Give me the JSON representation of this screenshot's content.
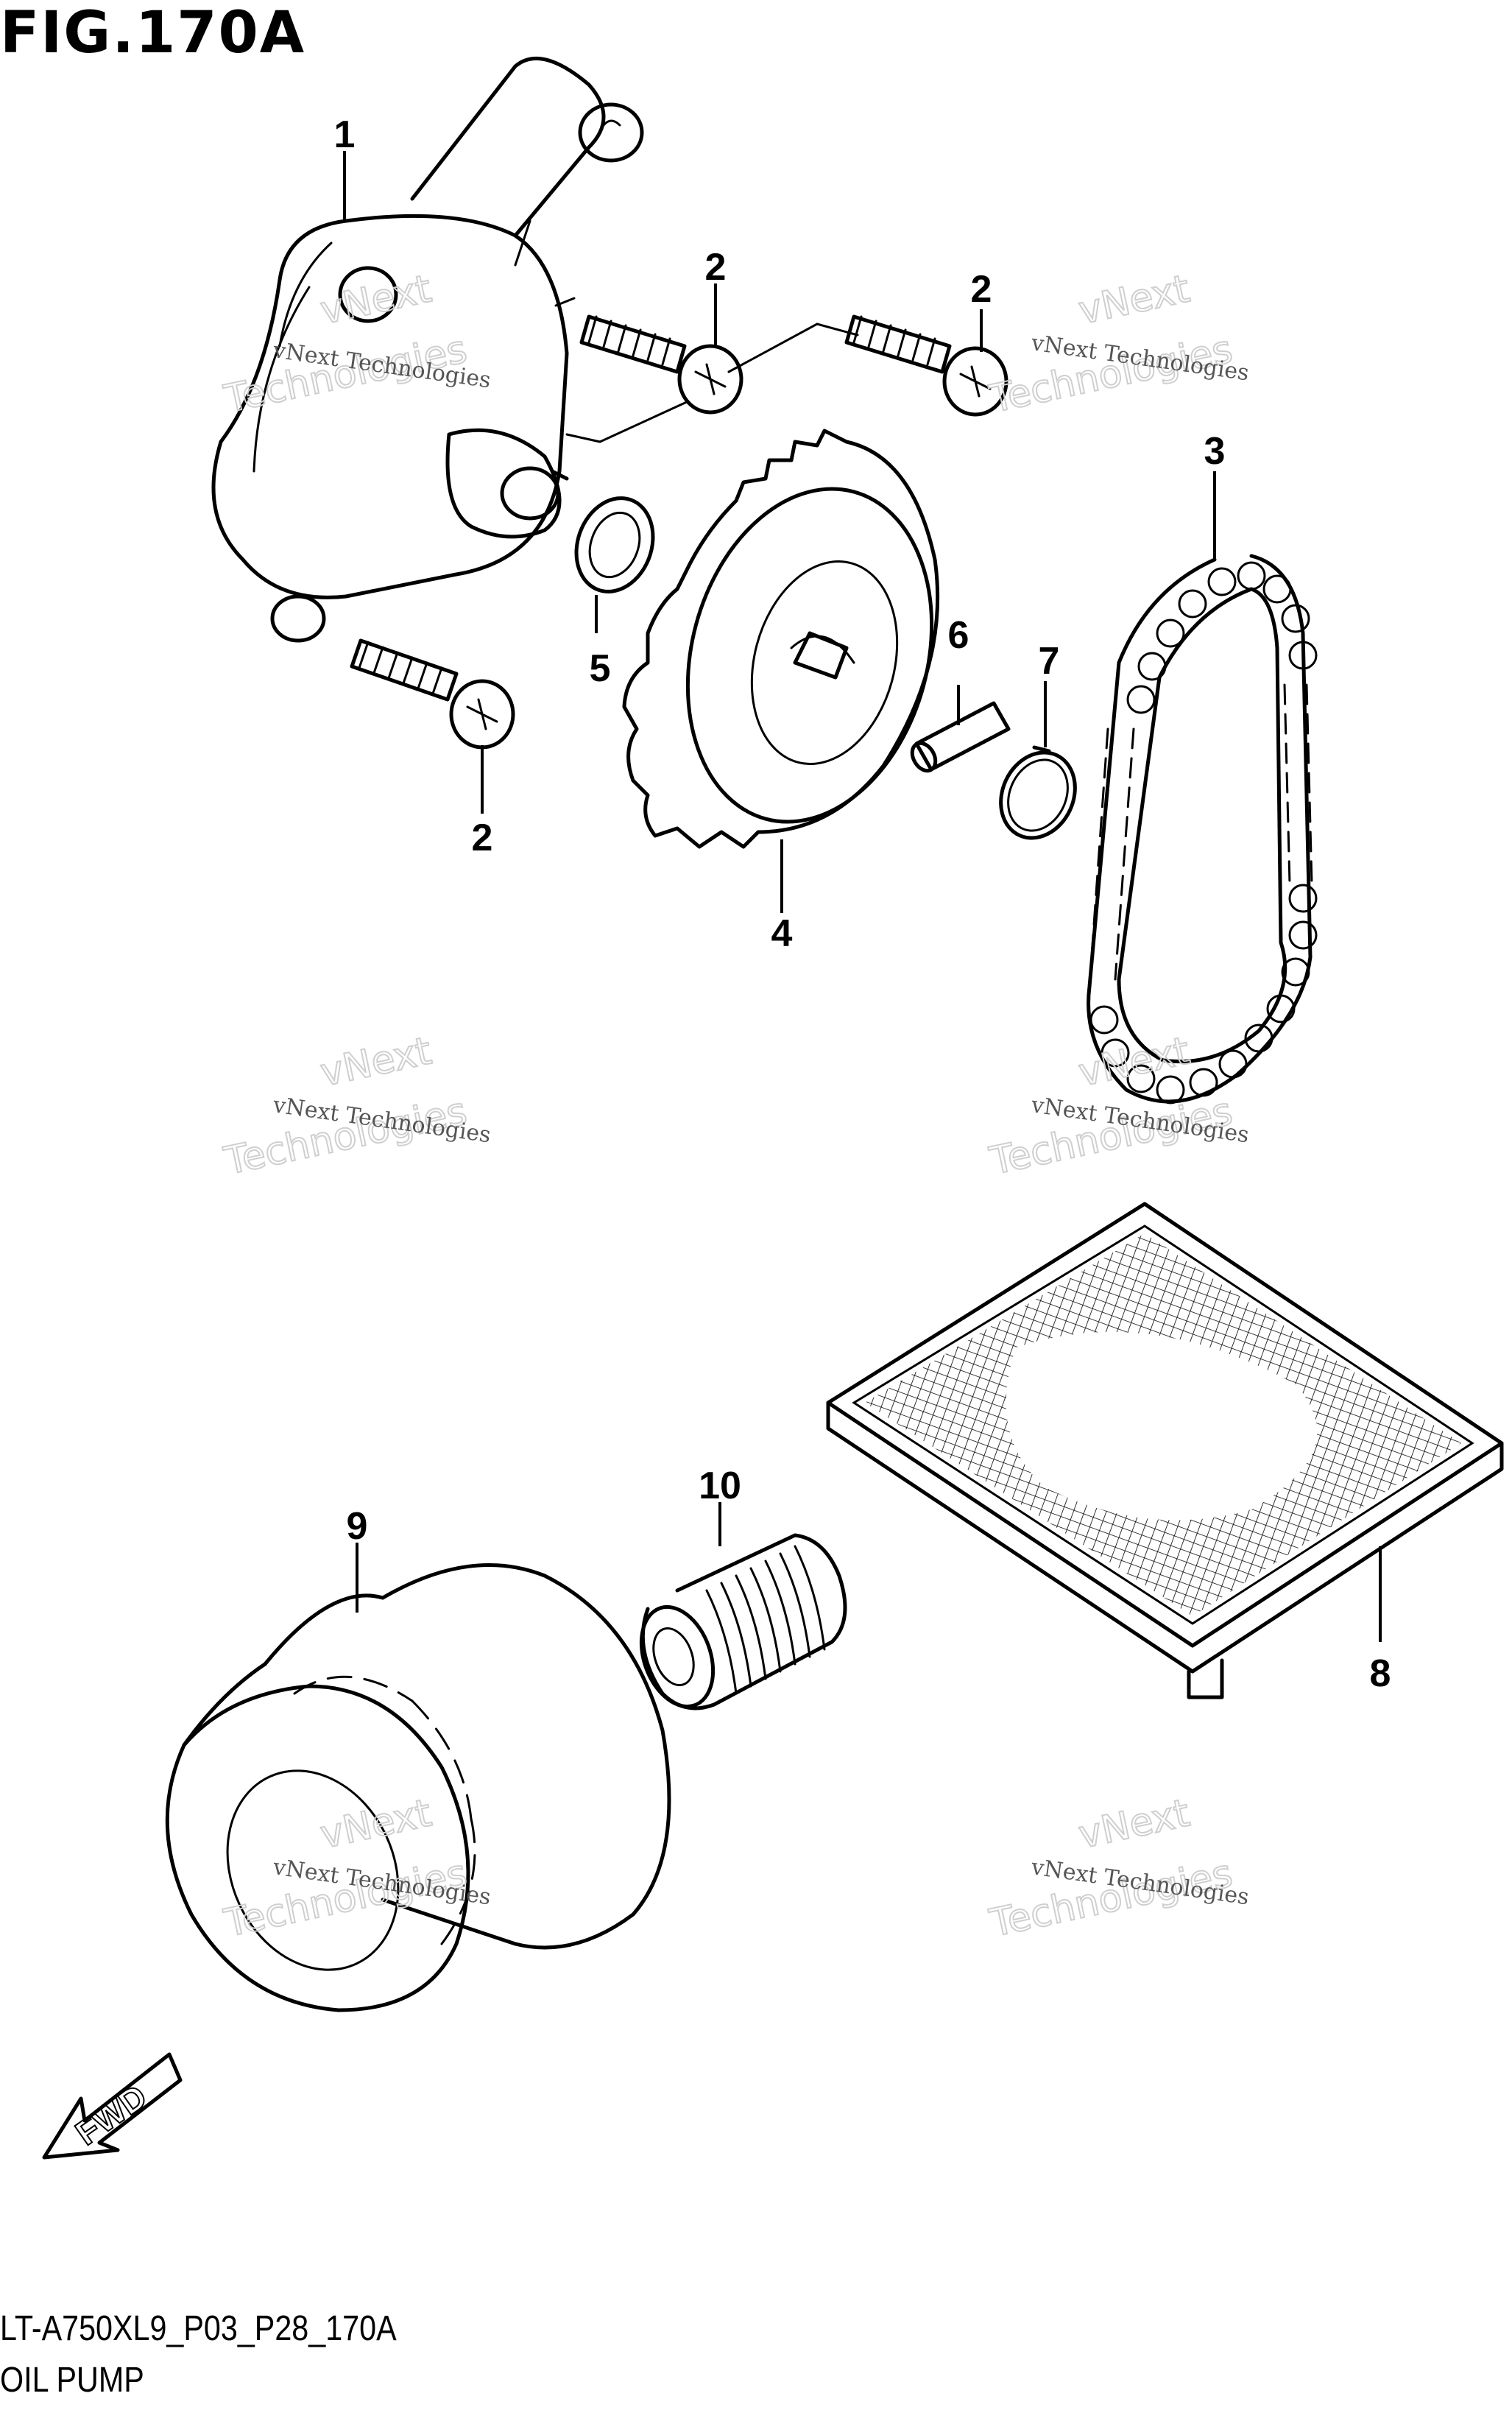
{
  "figure": {
    "title": "FIG.170A",
    "code": "LT-A750XL9_P03_P28_170A",
    "name": "OIL PUMP"
  },
  "callouts": [
    "1",
    "2",
    "2",
    "2",
    "3",
    "4",
    "5",
    "6",
    "7",
    "8",
    "9",
    "10"
  ],
  "watermark": {
    "line1": "vNext Technologies",
    "line2": "vNext",
    "line3": "Technologies"
  },
  "fwd_label": "FWD"
}
